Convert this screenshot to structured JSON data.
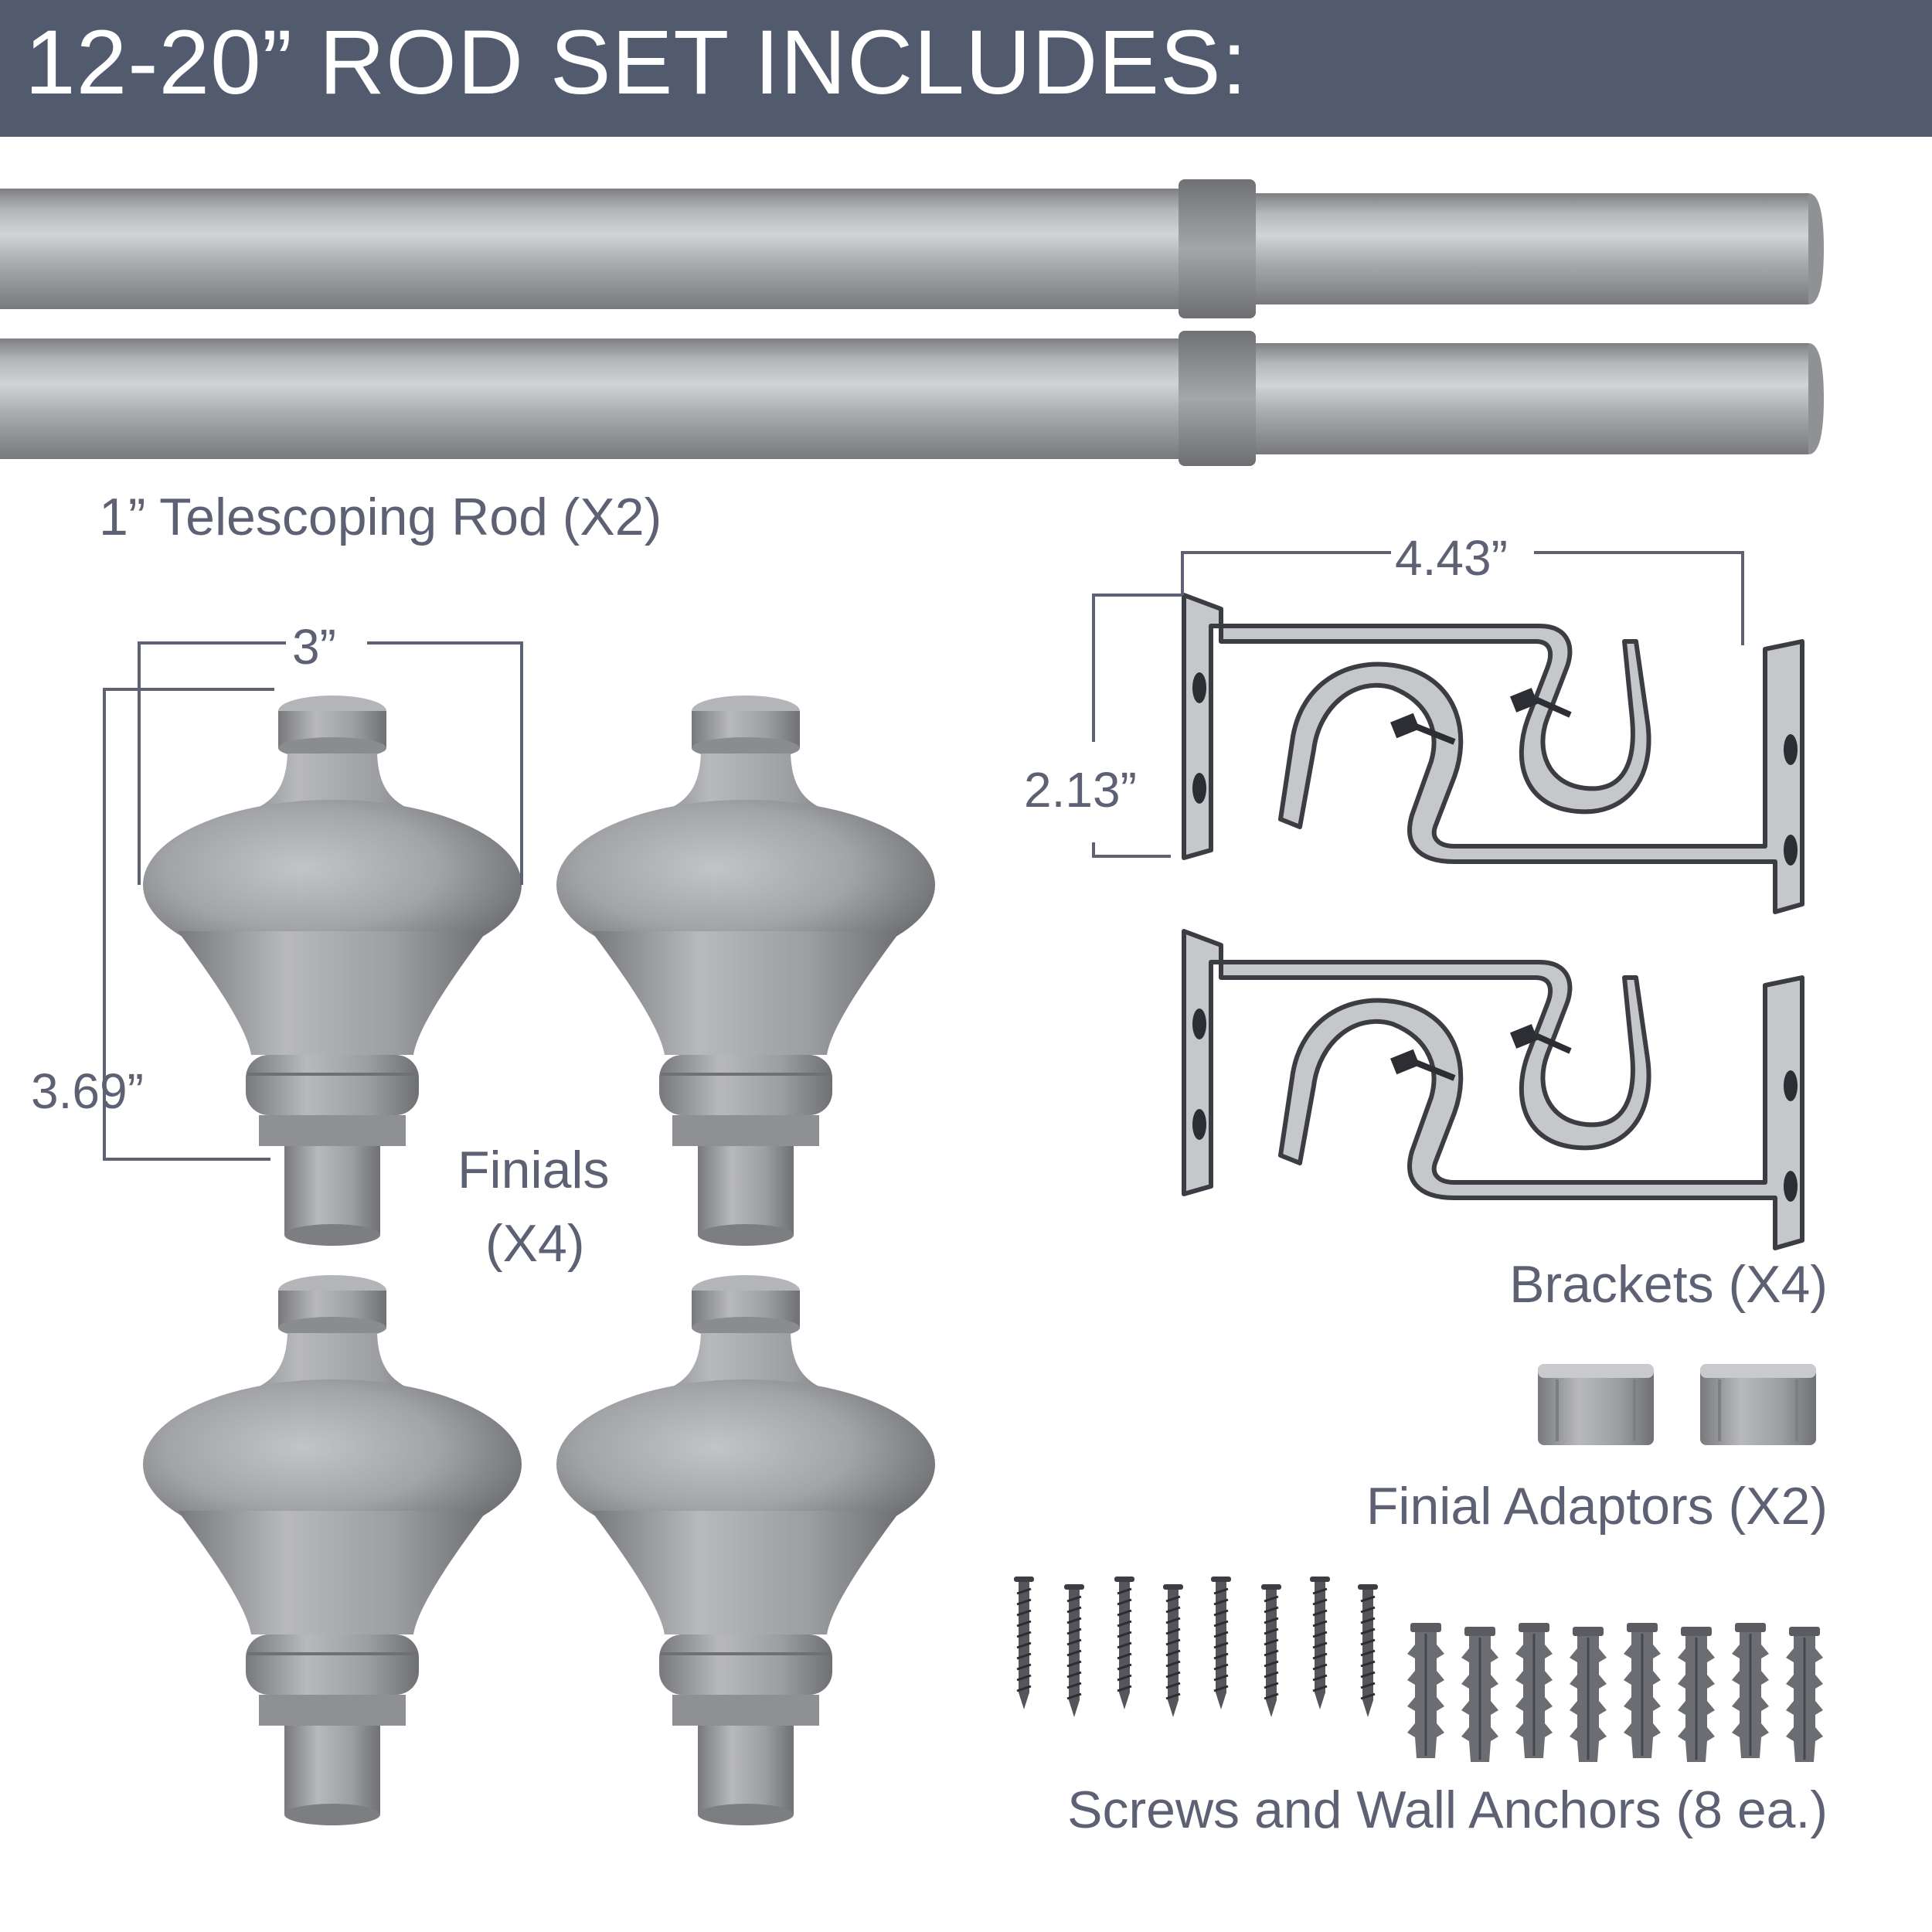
{
  "header": {
    "title": "12-20” ROD SET INCLUDES:",
    "background_color": "#525a6e"
  },
  "rods": {
    "label": "1” Telescoping Rod (X2)",
    "count": 2
  },
  "finials": {
    "label_line1": "Finials",
    "label_line2": "(X4)",
    "width_dim": "3”",
    "height_dim": "3.69”",
    "count": 4
  },
  "brackets": {
    "label": "Brackets (X4)",
    "width_dim": "4.43”",
    "height_dim": "2.13”",
    "count": 4
  },
  "adaptors": {
    "label": "Finial Adaptors (X2)",
    "count": 2
  },
  "hardware": {
    "label": "Screws and Wall Anchors (8 ea.)",
    "screw_count": 8,
    "anchor_count": 8
  },
  "colors": {
    "text": "#5d6173",
    "metal": "#a2a4a8"
  }
}
